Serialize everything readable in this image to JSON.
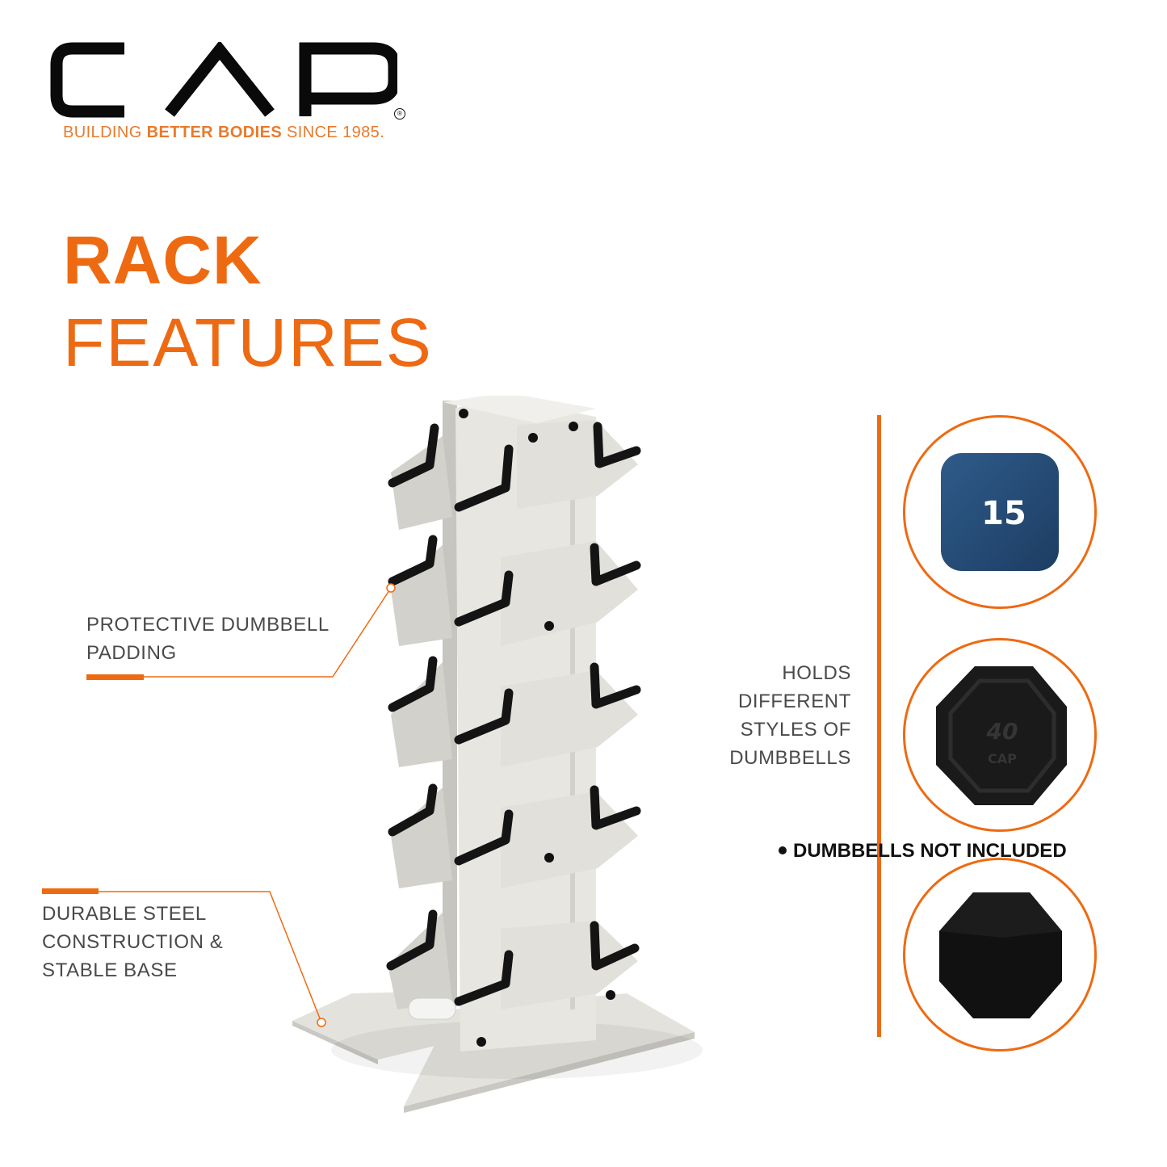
{
  "brand": {
    "logo_text": "CAP",
    "registered_mark": "®",
    "tagline_pre": "BUILDING ",
    "tagline_bold": "BETTER BODIES",
    "tagline_post": " SINCE 1985."
  },
  "heading": {
    "line1": "RACK",
    "line2": "FEATURES"
  },
  "callouts": {
    "padding_line1": "PROTECTIVE DUMBBELL",
    "padding_line2": "PADDING",
    "steel_line1": "DURABLE STEEL",
    "steel_line2": "CONSTRUCTION &",
    "steel_line3": "STABLE BASE",
    "holds_line1": "HOLDS",
    "holds_line2": "DIFFERENT",
    "holds_line3": "STYLES OF",
    "holds_line4": "DUMBBELLS"
  },
  "dumbbells": {
    "neoprene_weight": "15",
    "hex_weight": "40",
    "hex_brand": "CAP"
  },
  "note": "DUMBBELLS NOT INCLUDED",
  "colors": {
    "accent": "#ee6a12",
    "rack_steel": "#dcdbd6",
    "padding_black": "#141414",
    "neoprene_blue": "#264c78"
  }
}
